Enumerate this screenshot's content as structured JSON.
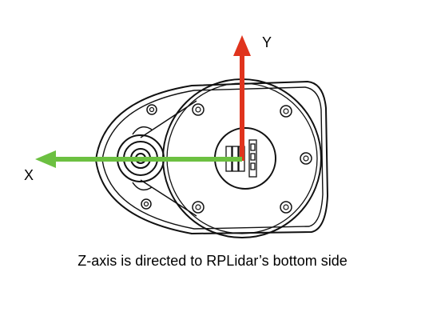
{
  "diagram": {
    "y_axis_label": "Y",
    "x_axis_label": "X",
    "caption": "Z-axis is directed to RPLidar’s bottom side"
  },
  "colors": {
    "y_axis": "#e0341d",
    "x_axis": "#6cc041",
    "outline": "#111111",
    "background": "#ffffff"
  }
}
